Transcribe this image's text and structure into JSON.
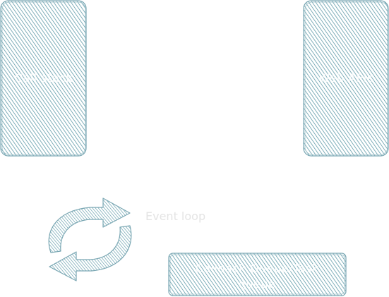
{
  "shapes": {
    "call_stack": {
      "label": "Call stack"
    },
    "web_apis": {
      "label": "Web APIs"
    },
    "event_loop": {
      "label": "Event loop",
      "icon": "refresh-cycle-icon"
    },
    "callback_queue": {
      "label_line1": "Callback Queue/Task",
      "label_line2": "queue"
    }
  },
  "colors": {
    "hatch": "#5f9aa8",
    "outline": "#7aa7b3",
    "background": "#ffffff"
  }
}
